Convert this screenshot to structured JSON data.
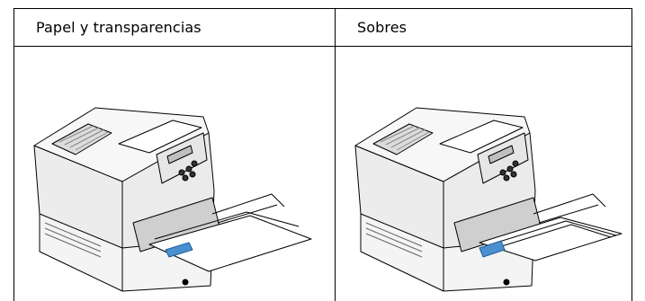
{
  "table": {
    "headers": [
      "Papel y transparencias",
      "Sobres"
    ]
  },
  "illustrations": [
    {
      "subject": "printer-with-paper-in-multipurpose-feeder",
      "accent": "#4a8fd0"
    },
    {
      "subject": "printer-with-envelopes-in-multipurpose-feeder",
      "accent": "#4a8fd0"
    }
  ]
}
